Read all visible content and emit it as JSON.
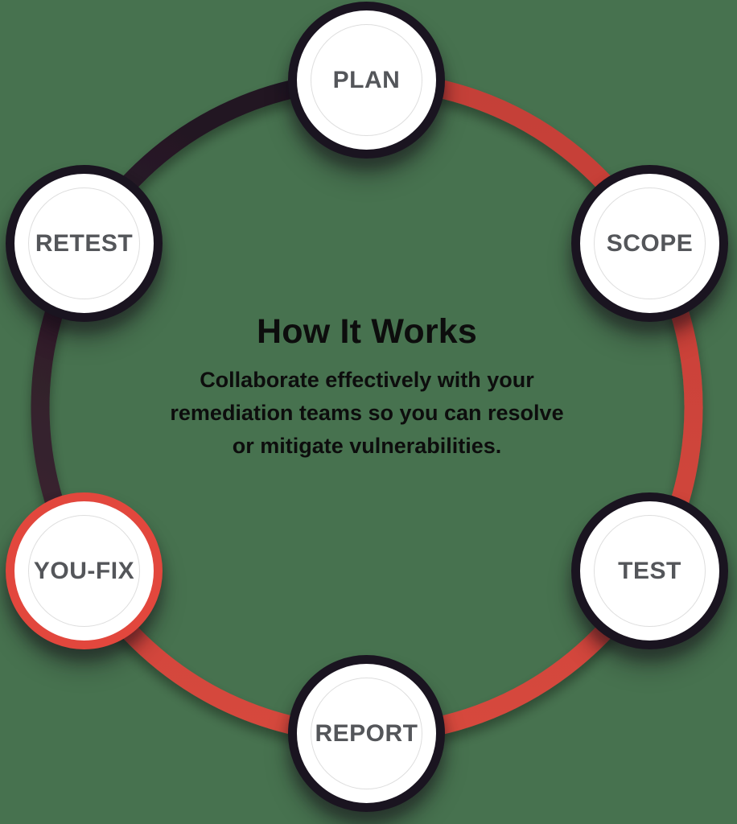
{
  "title": "How It Works",
  "subtitle_lines": [
    "Collaborate effectively with your",
    "remediation teams so you can resolve",
    "or mitigate vulnerabilities."
  ],
  "nodes": [
    {
      "id": "plan",
      "label": "PLAN",
      "highlighted": false
    },
    {
      "id": "scope",
      "label": "SCOPE",
      "highlighted": false
    },
    {
      "id": "test",
      "label": "TEST",
      "highlighted": false
    },
    {
      "id": "report",
      "label": "REPORT",
      "highlighted": false
    },
    {
      "id": "youfix",
      "label": "YOU-FIX",
      "highlighted": true
    },
    {
      "id": "retest",
      "label": "RETEST",
      "highlighted": false
    }
  ],
  "ring": {
    "red_segment": "PLAN → SCOPE → TEST → REPORT → YOU-FIX",
    "dark_segment": "YOU-FIX → RETEST → PLAN"
  },
  "colors": {
    "background": "#47724f",
    "ring_red_top": "#c43f37",
    "ring_red_bottom": "#d6483d",
    "ring_dark_top": "#1d1420",
    "ring_dark_bottom": "#3a2430",
    "node_border_dark": "#1a1420",
    "node_border_red": "#e2473d",
    "node_fill": "#ffffff",
    "inner_circle": "#dedede",
    "label_color": "#54565a",
    "text_color": "#0d0d0d"
  }
}
